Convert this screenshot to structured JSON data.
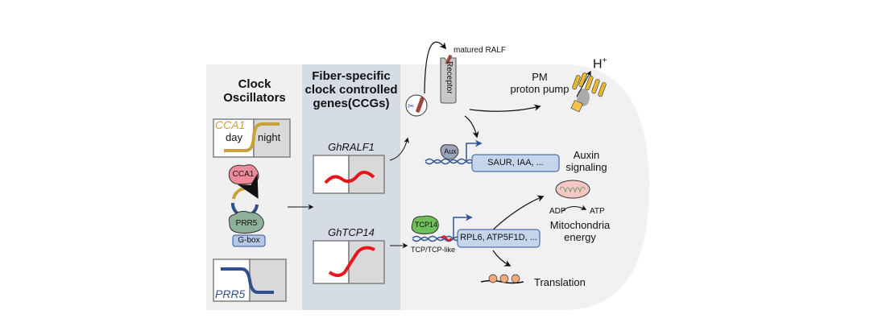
{
  "left_panel": {
    "title_line1": "Clock",
    "title_line2": "Oscillators",
    "cca1_chart": {
      "gene": "CCA1",
      "left_label": "day",
      "right_label": "night",
      "trend": "rising"
    },
    "proteins": {
      "top": "CCA1",
      "bottom": "PRR5",
      "promoter": "G-box"
    },
    "prr5_chart": {
      "gene": "PRR5",
      "trend": "falling"
    }
  },
  "middle_panel": {
    "title_line1": "Fiber-specific",
    "title_line2": "clock controlled",
    "title_line3": "genes(CCGs)",
    "genes": [
      {
        "name": "GhRALF1",
        "trend": "oscillating"
      },
      {
        "name": "GhTCP14",
        "trend": "rising"
      }
    ]
  },
  "right_panel": {
    "matured_ralf": "matured RALF",
    "receptor": "Receptor",
    "pm_line1": "PM",
    "pm_line2": "proton pump",
    "h_plus": "H",
    "h_plus_sup": "+",
    "aux_protein": "Aux",
    "auxin_genes": "SAUR, IAA, ...",
    "auxin_line1": "Auxin",
    "auxin_line2": "signaling",
    "tcp_protein": "TCP14",
    "tcp_site": "TCP/TCP-like",
    "tcp_genes": "RPL6, ATP5F1D, ...",
    "adp": "ADP",
    "atp": "ATP",
    "mito_line1": "Mitochondria",
    "mito_line2": "energy",
    "translation": "Translation"
  },
  "colors": {
    "cca1": "#c9a13b",
    "prr5": "#2f4f8f",
    "ccg_curve": "#e8151b",
    "left_bg": "#f0f0f0",
    "mid_bg": "#d6dce5",
    "cell_bg": "#f1f1f1",
    "gene_box": "#c5d5ec"
  }
}
